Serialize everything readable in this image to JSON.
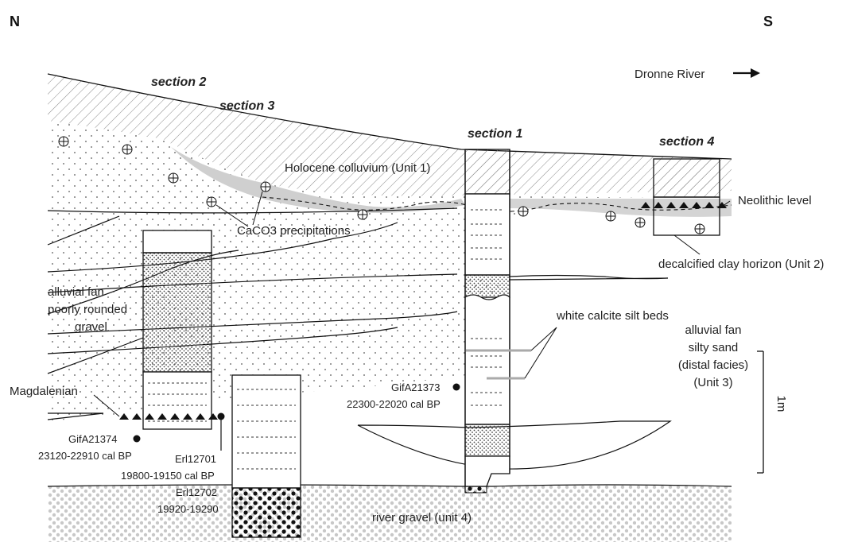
{
  "compass": {
    "north": "N",
    "south": "S"
  },
  "river": {
    "label": "Dronne River"
  },
  "sections": {
    "s1": "section 1",
    "s2": "section 2",
    "s3": "section 3",
    "s4": "section 4"
  },
  "units": {
    "colluvium": "Holocene colluvium (Unit 1)",
    "neolithic": "Neolithic level",
    "decalcified": "decalcified clay horizon (Unit 2)",
    "caco3": "CaCO3 precipitations",
    "white_calcite": "white calcite silt beds",
    "fan_gravel": [
      "alluvial fan",
      "poorly rounded",
      "gravel"
    ],
    "fan_sand": [
      "alluvial fan",
      "silty sand",
      "(distal facies)",
      "(Unit 3)"
    ],
    "magdalenian": "Magdalenian",
    "river_gravel": "river gravel (unit 4)"
  },
  "dates": {
    "gifa21374": {
      "code": "GifA21374",
      "range": "23120-22910 cal BP"
    },
    "erl12701": {
      "code": "Erl12701",
      "range": "19800-19150 cal BP"
    },
    "erl12702": {
      "code": "Erl12702",
      "range": "19920-19290"
    },
    "gifa21373": {
      "code": "GifA21373",
      "range": "22300-22020 cal BP"
    }
  },
  "scale": {
    "label": "1m"
  }
}
